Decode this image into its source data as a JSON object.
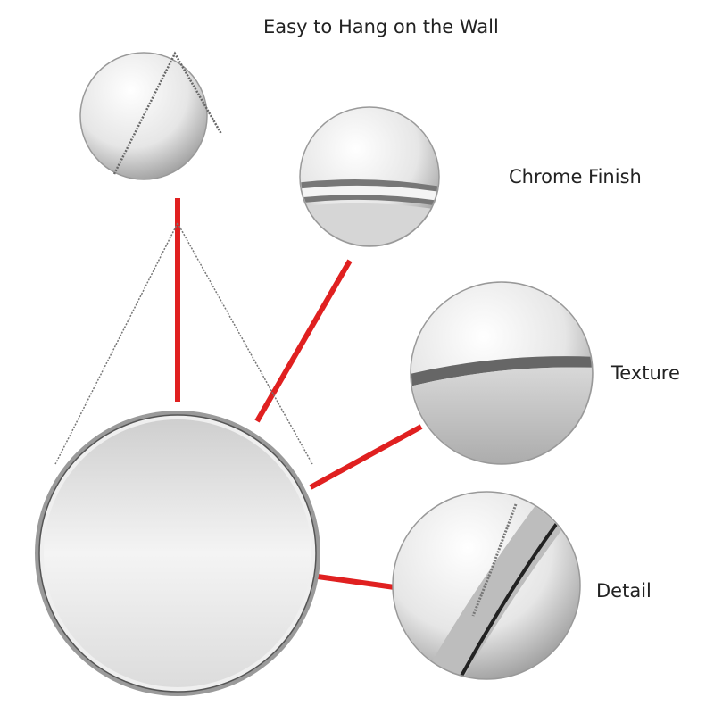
{
  "labels": {
    "hang": "Easy to Hang on the Wall",
    "chrome": "Chrome Finish",
    "texture": "Texture",
    "detail": "Detail"
  },
  "colors": {
    "connector": "#e02020",
    "text": "#222222",
    "chrome_rim": "#8a8a8a"
  }
}
